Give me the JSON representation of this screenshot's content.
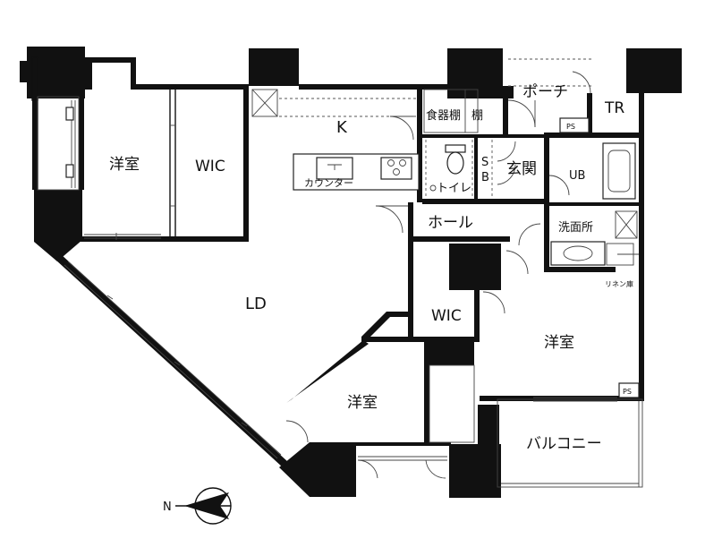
{
  "rooms": {
    "western_1": "洋室",
    "wic_1": "WIC",
    "kitchen": "K",
    "ld": "LD",
    "pantry": "食器棚",
    "shelf": "棚",
    "counter": "カウンター",
    "toilet": "トイレ",
    "sb_s": "S",
    "sb_b": "B",
    "entrance": "玄関",
    "hall": "ホール",
    "wic_2": "WIC",
    "porch": "ポーチ",
    "tr": "TR",
    "ps_1": "PS",
    "ub": "UB",
    "washroom": "洗面所",
    "linen": "リネン庫",
    "western_2": "洋室",
    "western_3": "洋室",
    "ps_2": "PS",
    "balcony": "バルコニー"
  },
  "compass": {
    "north_label": "N"
  },
  "colors": {
    "wall": "#111111",
    "background": "#ffffff"
  }
}
